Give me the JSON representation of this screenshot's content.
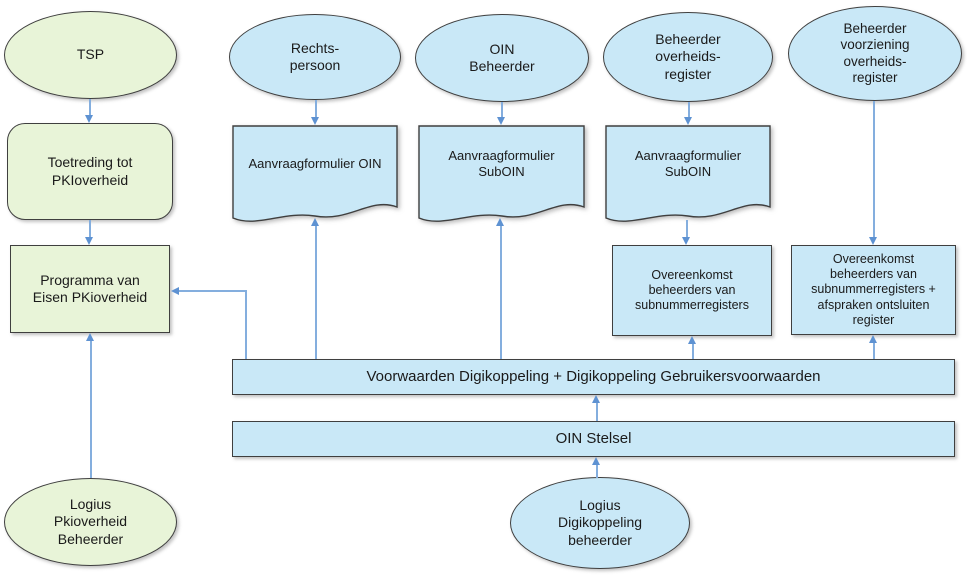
{
  "diagram": {
    "title": "OIN / PKIoverheid governance diagram",
    "colors": {
      "green_fill": "#e8f4d8",
      "blue_fill": "#c9e8f7",
      "shape_border": "#3f3f3f",
      "connector_line": "#84aede",
      "connector_arrow": "#5e92d2",
      "background": "#ffffff",
      "text": "#1a1a1a"
    },
    "nodes": {
      "tsp": {
        "label": "TSP",
        "shape": "ellipse",
        "color": "green"
      },
      "toetreding": {
        "label": "Toetreding tot\nPKIoverheid",
        "shape": "rounded-rect",
        "color": "green"
      },
      "programma": {
        "label": "Programma van\nEisen PKioverheid",
        "shape": "rect",
        "color": "green"
      },
      "logius_pki": {
        "label": "Logius\nPkioverheid\nBeheerder",
        "shape": "ellipse",
        "color": "green"
      },
      "rechtspersoon": {
        "label": "Rechts-\npersoon",
        "shape": "ellipse",
        "color": "blue"
      },
      "oin_beheerder": {
        "label": "OIN\nBeheerder",
        "shape": "ellipse",
        "color": "blue"
      },
      "beheerder_overheidsregister": {
        "label": "Beheerder\noverheids-\nregister",
        "shape": "ellipse",
        "color": "blue"
      },
      "beheerder_voorziening": {
        "label": "Beheerder\nvoorziening\noverheids-\nregister",
        "shape": "ellipse",
        "color": "blue"
      },
      "aanvraag_oin": {
        "label": "Aanvraagformulier OIN",
        "shape": "document",
        "color": "blue"
      },
      "aanvraag_suboin_1": {
        "label": "Aanvraagformulier\nSubOIN",
        "shape": "document",
        "color": "blue"
      },
      "aanvraag_suboin_2": {
        "label": "Aanvraagformulier\nSubOIN",
        "shape": "document",
        "color": "blue"
      },
      "overeenkomst_1": {
        "label": "Overeenkomst\nbeheerders van\nsubnummerregisters",
        "shape": "rect",
        "color": "blue"
      },
      "overeenkomst_2": {
        "label": "Overeenkomst\nbeheerders van\nsubnummerregisters +\nafspraken ontsluiten\nregister",
        "shape": "rect",
        "color": "blue"
      },
      "voorwaarden_bar": {
        "label": "Voorwaarden Digikoppeling + Digikoppeling Gebruikersvoorwaarden",
        "shape": "bar",
        "color": "blue"
      },
      "oin_stelsel_bar": {
        "label": "OIN Stelsel",
        "shape": "bar",
        "color": "blue"
      },
      "logius_digikoppeling": {
        "label": "Logius\nDigikoppeling\nbeheerder",
        "shape": "ellipse",
        "color": "blue"
      }
    },
    "edges": [
      {
        "from": "tsp",
        "to": "toetreding",
        "direction": "down"
      },
      {
        "from": "toetreding",
        "to": "programma",
        "direction": "down"
      },
      {
        "from": "logius_pki",
        "to": "programma",
        "direction": "up"
      },
      {
        "from": "rechtspersoon",
        "to": "aanvraag_oin",
        "direction": "down"
      },
      {
        "from": "voorwaarden_bar",
        "to": "aanvraag_oin",
        "direction": "up"
      },
      {
        "from": "voorwaarden_bar",
        "to": "programma",
        "direction": "elbow-left"
      },
      {
        "from": "oin_beheerder",
        "to": "aanvraag_suboin_1",
        "direction": "down"
      },
      {
        "from": "voorwaarden_bar",
        "to": "aanvraag_suboin_1",
        "direction": "up"
      },
      {
        "from": "beheerder_overheidsregister",
        "to": "aanvraag_suboin_2",
        "direction": "down"
      },
      {
        "from": "aanvraag_suboin_2",
        "to": "overeenkomst_1",
        "direction": "down"
      },
      {
        "from": "voorwaarden_bar",
        "to": "overeenkomst_1",
        "direction": "up"
      },
      {
        "from": "beheerder_voorziening",
        "to": "overeenkomst_2",
        "direction": "down"
      },
      {
        "from": "voorwaarden_bar",
        "to": "overeenkomst_2",
        "direction": "up"
      },
      {
        "from": "oin_stelsel_bar",
        "to": "voorwaarden_bar",
        "direction": "up"
      },
      {
        "from": "logius_digikoppeling",
        "to": "oin_stelsel_bar",
        "direction": "up"
      }
    ]
  }
}
